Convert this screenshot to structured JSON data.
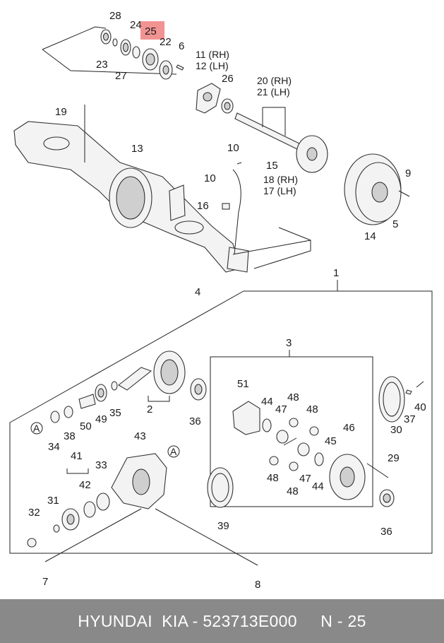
{
  "highlight_color": "#f08080",
  "footer": {
    "text": "HYUNDAI  KIA - 523713E000     N - 25",
    "background": "#898989"
  },
  "labels": {
    "p28": "28",
    "p24": "24",
    "p25": "25",
    "p22": "22",
    "p6": "6",
    "p23": "23",
    "p27": "27",
    "p11": "11 (RH)",
    "p12": "12 (LH)",
    "p26": "26",
    "p20": "20 (RH)",
    "p21": "21 (LH)",
    "p19": "19",
    "p13": "13",
    "p10a": "10",
    "p10b": "10",
    "p15": "15",
    "p18": "18 (RH)",
    "p17": "17 (LH)",
    "p16": "16",
    "p9": "9",
    "p14": "14",
    "p5": "5",
    "p4": "4",
    "p1": "1",
    "p3": "3",
    "p51": "51",
    "p48a": "48",
    "p44a": "44",
    "p47a": "47",
    "p48b": "48",
    "p45": "45",
    "p48c": "48",
    "p48d": "48",
    "p47b": "47",
    "p44b": "44",
    "p46": "46",
    "p2": "2",
    "p36a": "36",
    "p30": "30",
    "p37": "37",
    "p40": "40",
    "p34": "34",
    "p38": "38",
    "p50": "50",
    "p49": "49",
    "p35": "35",
    "p43": "43",
    "pA_top": "A",
    "pA_left": "A",
    "p41": "41",
    "p33": "33",
    "p42": "42",
    "p29": "29",
    "p36b": "36",
    "p39": "39",
    "p31": "31",
    "p32": "32",
    "p7": "7",
    "p8": "8"
  }
}
